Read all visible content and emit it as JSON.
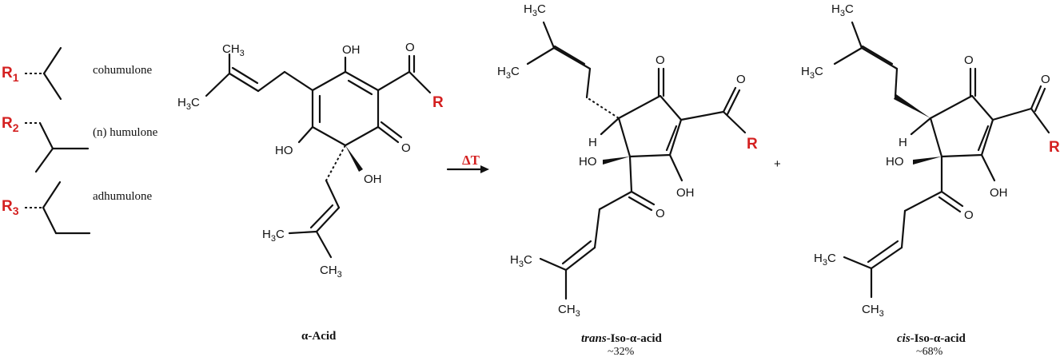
{
  "colors": {
    "r_group": "#d42020",
    "ink": "#111111"
  },
  "substituents": [
    {
      "label": "R",
      "sub": "1",
      "name": "cohumulone"
    },
    {
      "label": "R",
      "sub": "2",
      "name": "(n) humulone"
    },
    {
      "label": "R",
      "sub": "3",
      "name": "adhumulone"
    }
  ],
  "atoms": {
    "ch3": "CH",
    "h3c": "H",
    "three": "3",
    "c_letter": "C",
    "o": "O",
    "oh": "OH",
    "ho": "HO",
    "h": "H",
    "r": "R"
  },
  "arrow": {
    "label": "ΔT"
  },
  "plus": "+",
  "compounds": [
    {
      "name": "α-Acid",
      "prefix": "",
      "suffix": "",
      "percent": ""
    },
    {
      "name": "",
      "prefix": "trans",
      "suffix": "-Iso-α-acid",
      "percent": "~32%"
    },
    {
      "name": "",
      "prefix": "cis",
      "suffix": "-Iso-α-acid",
      "percent": "~68%"
    }
  ]
}
